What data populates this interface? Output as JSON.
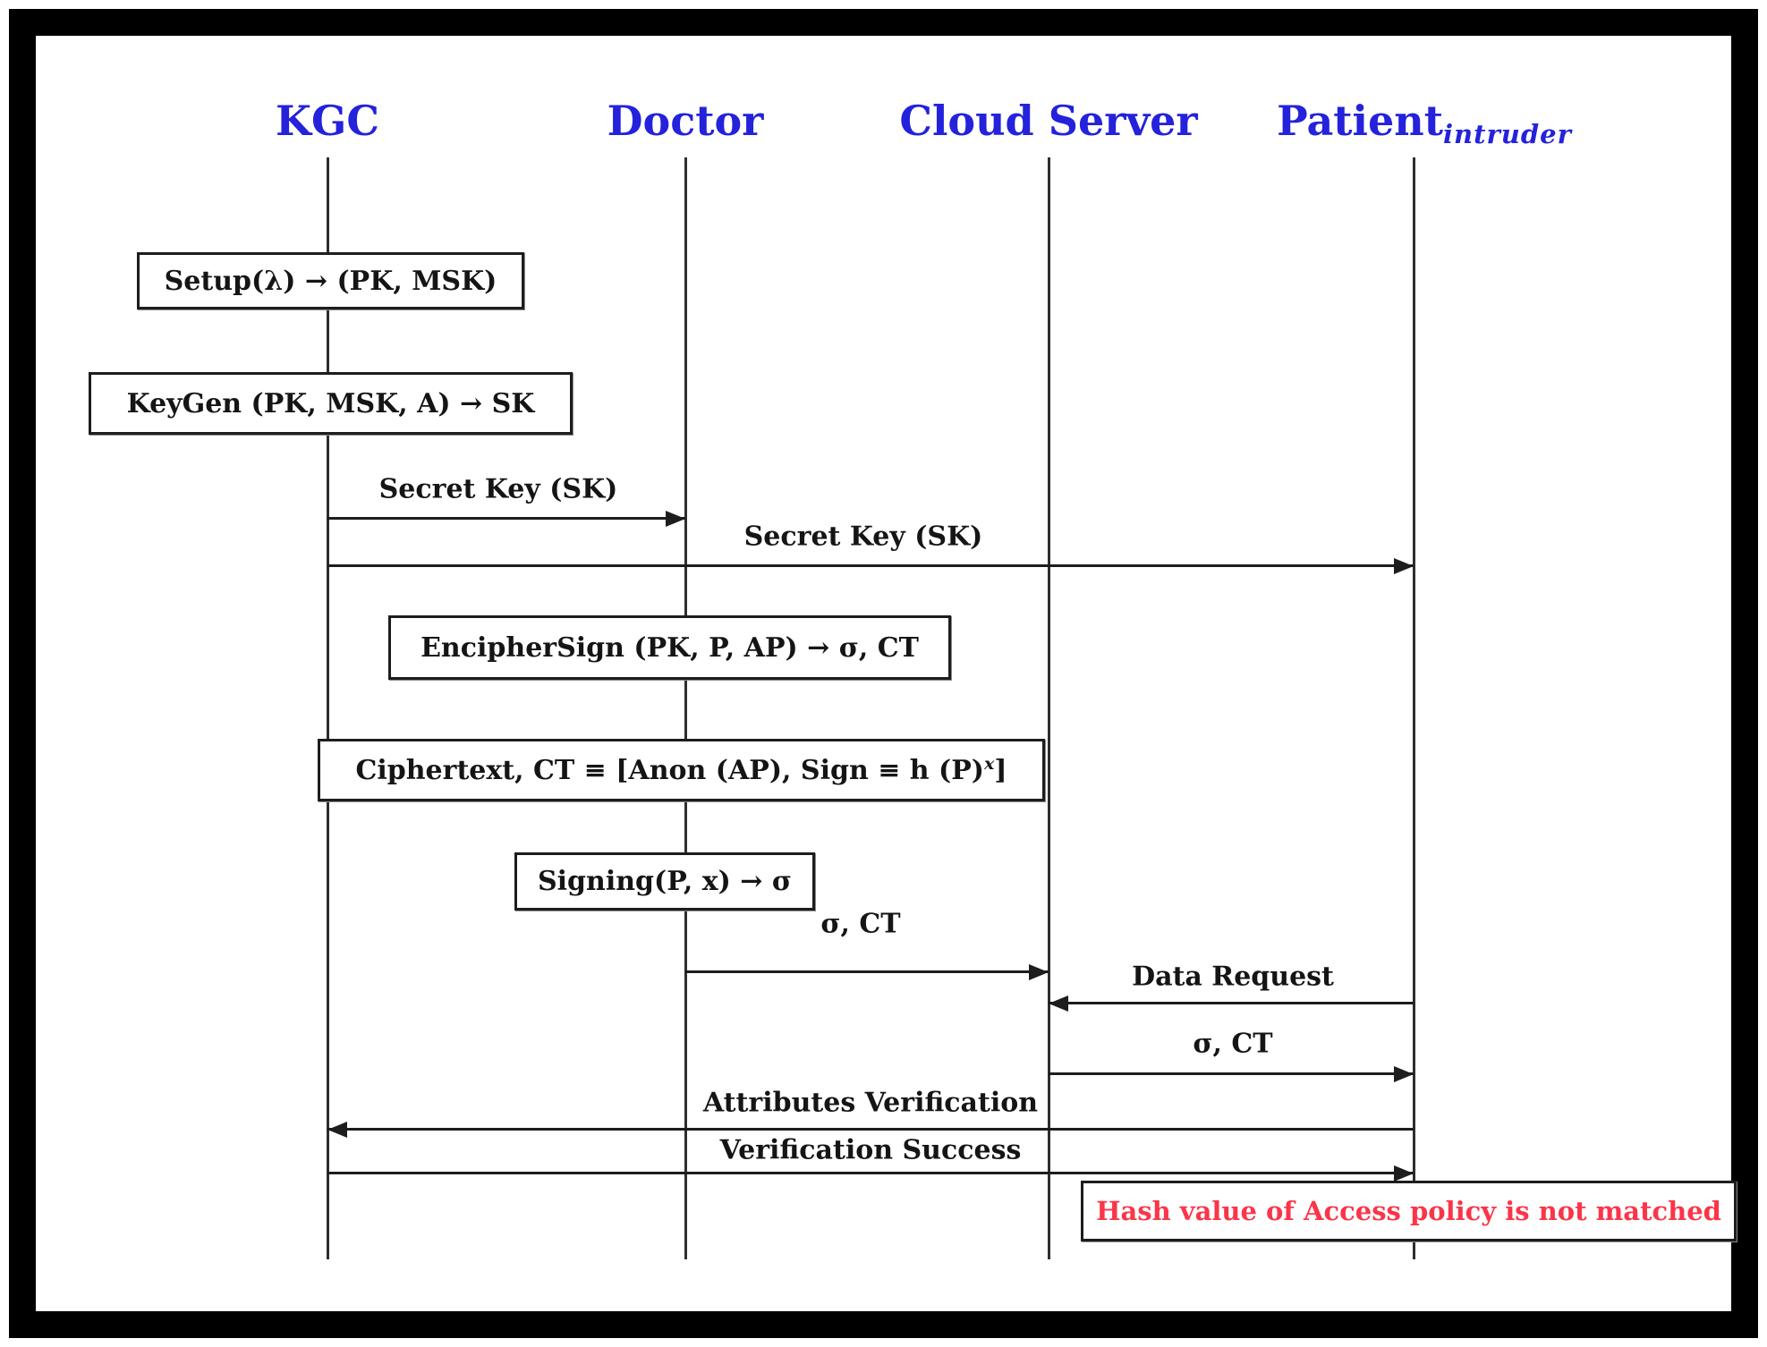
{
  "diagram": {
    "type": "sequence-diagram",
    "actors": [
      {
        "name": "KGC",
        "subscript": ""
      },
      {
        "name": "Doctor",
        "subscript": ""
      },
      {
        "name": "Cloud Server",
        "subscript": ""
      },
      {
        "name": "Patient",
        "subscript": "intruder"
      }
    ],
    "process_boxes": [
      {
        "actor": "KGC",
        "text": "Setup(λ) → (PK, MSK)"
      },
      {
        "actor": "KGC",
        "text": "KeyGen (PK, MSK, A) → SK"
      },
      {
        "actor": "Doctor",
        "text": "EncipherSign (PK, P, AP) → σ, CT"
      },
      {
        "actor": "Doctor",
        "text": "Ciphertext, CT ≡ [Anon (AP), Sign ≡ h (P)",
        "sup": "x",
        "tail": " ]"
      },
      {
        "actor": "Doctor",
        "text": "Signing(P, x) → σ"
      }
    ],
    "messages": [
      {
        "label": "Secret Key (SK)",
        "from": "KGC",
        "to": "Doctor"
      },
      {
        "label": "Secret Key (SK)",
        "from": "KGC",
        "to": "Patient"
      },
      {
        "label": "σ, CT",
        "from": "Doctor",
        "to": "Cloud Server"
      },
      {
        "label": "Data Request",
        "from": "Patient",
        "to": "Cloud Server"
      },
      {
        "label": "σ, CT",
        "from": "Cloud Server",
        "to": "Patient"
      },
      {
        "label": "Attributes Verification",
        "from": "Patient",
        "to": "KGC"
      },
      {
        "label": "Verification Success",
        "from": "KGC",
        "to": "Patient"
      }
    ],
    "alert": {
      "actor": "Patient",
      "text": "Hash value of Access policy is not matched"
    },
    "colors": {
      "actor_label": "#2422da",
      "alert_text": "#fb3549",
      "line": "#1d1d1d"
    }
  }
}
